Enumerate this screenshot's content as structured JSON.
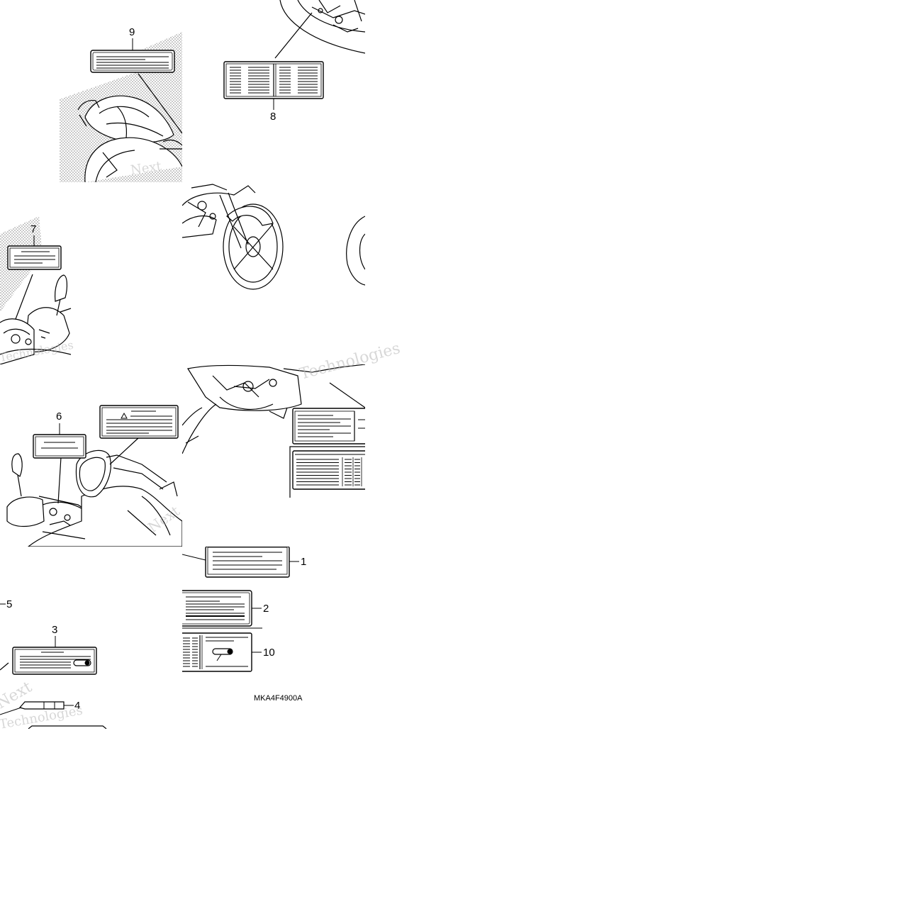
{
  "callouts": {
    "n1": "1",
    "n2": "2",
    "n3": "3",
    "n4": "4",
    "n5": "5",
    "n6": "6",
    "n7": "7",
    "n8": "8",
    "n9": "9",
    "n10": "10"
  },
  "drawing_code": "MKA4F4900A",
  "watermark": {
    "word1": "Next",
    "word2": "Technologies"
  },
  "colors": {
    "line": "#000000",
    "background": "#ffffff",
    "stipple": "#9a9a9a",
    "watermark": "#b8b8b8"
  }
}
